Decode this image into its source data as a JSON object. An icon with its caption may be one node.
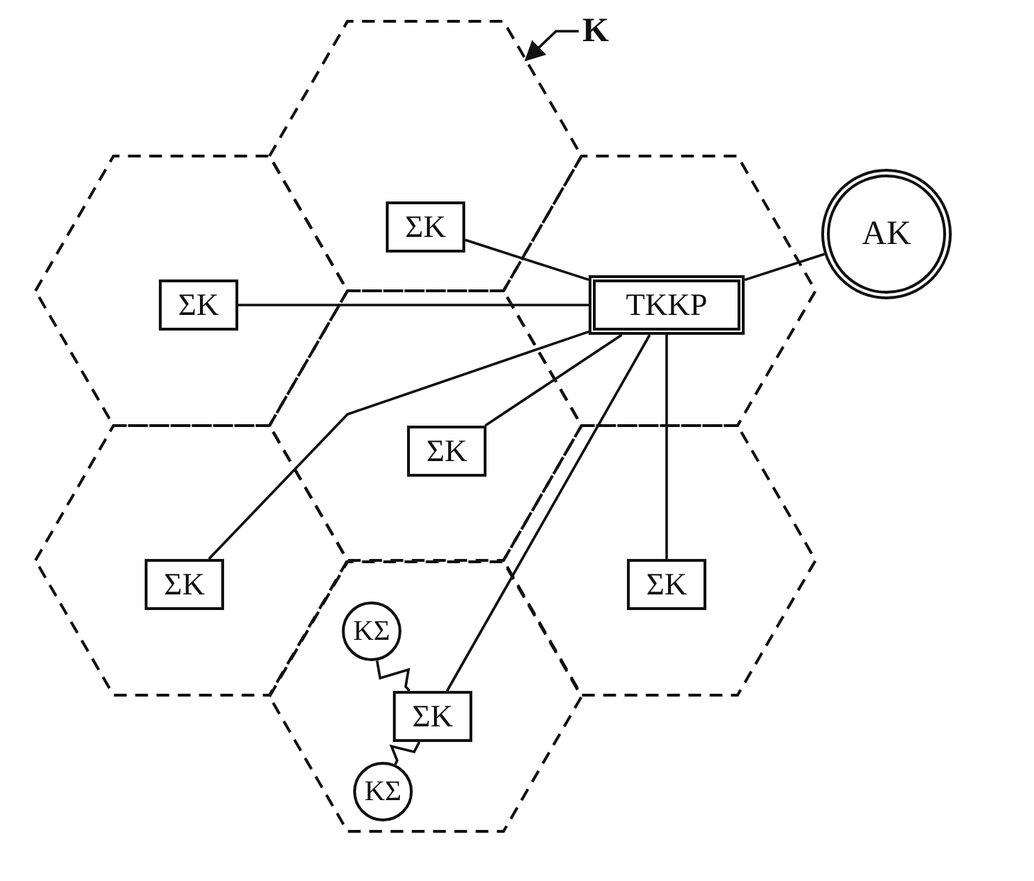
{
  "diagram": {
    "nodes": [
      {
        "text": [],
        "shape": "hexagon"
      },
      {
        "text": [
          "ΣΚ"
        ],
        "in": 0
      },
      {
        "text": [],
        "shape": "hexagon"
      },
      {
        "text": [
          "ΣΚ"
        ],
        "in": 2
      },
      {
        "text": [],
        "shape": "hexagon"
      },
      {
        "text": [
          "ΤΚΚΡ"
        ],
        "in": 4
      },
      {
        "text": [],
        "shape": "hexagon"
      },
      {
        "text": [
          "ΣΚ"
        ],
        "in": 6
      },
      {
        "text": [],
        "shape": "hexagon"
      },
      {
        "text": [
          "ΣΚ"
        ],
        "in": 8
      },
      {
        "text": [],
        "shape": "hexagon"
      },
      {
        "text": [
          "ΣΚ"
        ],
        "in": 10
      },
      {
        "text": [],
        "shape": "hexagon"
      },
      {
        "text": [
          "ΣΚ"
        ],
        "in": 12
      },
      {
        "text": [
          "ΚΣ"
        ],
        "in": 12
      },
      {
        "text": [
          "ΚΣ"
        ],
        "in": 12
      },
      {
        "text": [
          "ΑΚ"
        ]
      },
      {
        "text": [
          "Κ"
        ]
      }
    ],
    "edges": [
      {
        "from": 1,
        "to": 5,
        "arrow": "none"
      },
      {
        "from": 3,
        "to": 5,
        "arrow": "none"
      },
      {
        "from": 7,
        "to": 5,
        "arrow": "none"
      },
      {
        "from": 9,
        "to": 5,
        "arrow": "none"
      },
      {
        "from": 13,
        "to": 5,
        "arrow": "none"
      },
      {
        "from": 11,
        "to": 5,
        "arrow": "none"
      },
      {
        "from": 5,
        "to": 16,
        "arrow": "none"
      },
      {
        "from": 14,
        "to": 13,
        "arrow": "none"
      },
      {
        "from": 13,
        "to": 15,
        "arrow": "none"
      },
      {
        "from": 17,
        "to": 0,
        "arrow": "to"
      }
    ]
  }
}
